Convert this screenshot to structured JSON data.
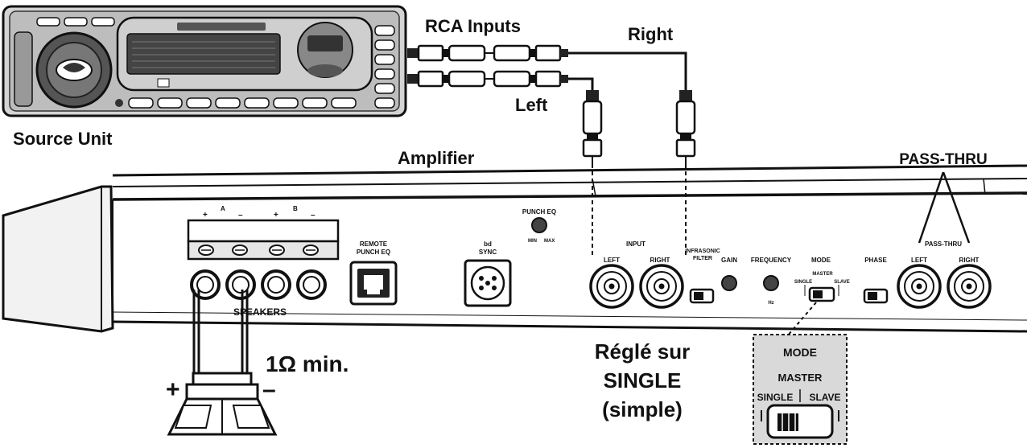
{
  "labels": {
    "rca_inputs": "RCA Inputs",
    "right": "Right",
    "left": "Left",
    "source_unit": "Source Unit",
    "amplifier": "Amplifier",
    "pass_thru_callout": "PASS-THRU",
    "impedance": "1Ω min.",
    "plus": "+",
    "minus": "–",
    "reglé_sur": "Réglé sur",
    "single": "SINGLE",
    "simple": "(simple)"
  },
  "panel": {
    "a": "A",
    "b": "B",
    "plus": "+",
    "minus": "–",
    "speakers": "SPEAKERS",
    "remote_l1": "REMOTE",
    "remote_l2": "PUNCH EQ",
    "bd": "bd",
    "sync": "SYNC",
    "punch_eq": "PUNCH EQ",
    "min": "MIN",
    "max": "MAX",
    "input": "INPUT",
    "left": "LEFT",
    "right": "RIGHT",
    "infrasonic_l1": "INFRASONIC",
    "infrasonic_l2": "FILTER",
    "gain": "GAIN",
    "frequency": "FREQUENCY",
    "mode": "MODE",
    "master": "MASTER",
    "single": "SINGLE",
    "slave": "SLAVE",
    "phase": "PHASE",
    "pass_thru": "PASS-THRU",
    "pt_left": "LEFT",
    "pt_right": "RIGHT",
    "hz": "Hz"
  },
  "inset": {
    "mode": "MODE",
    "master": "MASTER",
    "single": "SINGLE",
    "slave": "SLAVE"
  },
  "colors": {
    "ink": "#111111",
    "panel_shade": "#e8e8e8",
    "inset_bg": "#d9d9d9"
  }
}
